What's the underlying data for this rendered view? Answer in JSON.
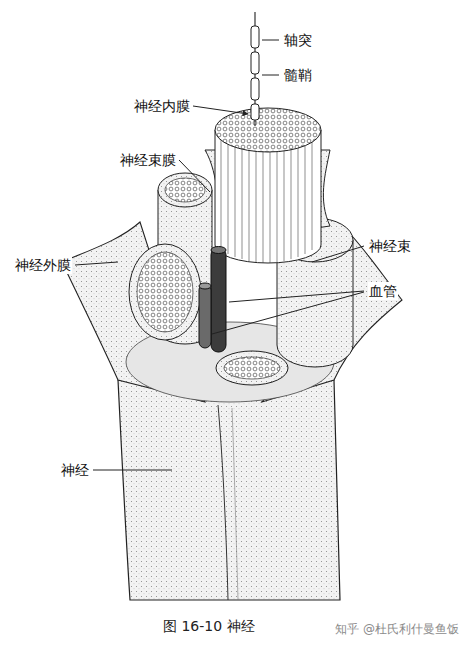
{
  "diagram": {
    "caption": "图 16-10 神经",
    "labels": [
      "轴突",
      "髓鞘",
      "神经内膜",
      "神经束膜",
      "神经外膜",
      "神经束",
      "血管",
      "神经",
      "知乎 @杜氏利什曼鱼饭"
    ]
  }
}
